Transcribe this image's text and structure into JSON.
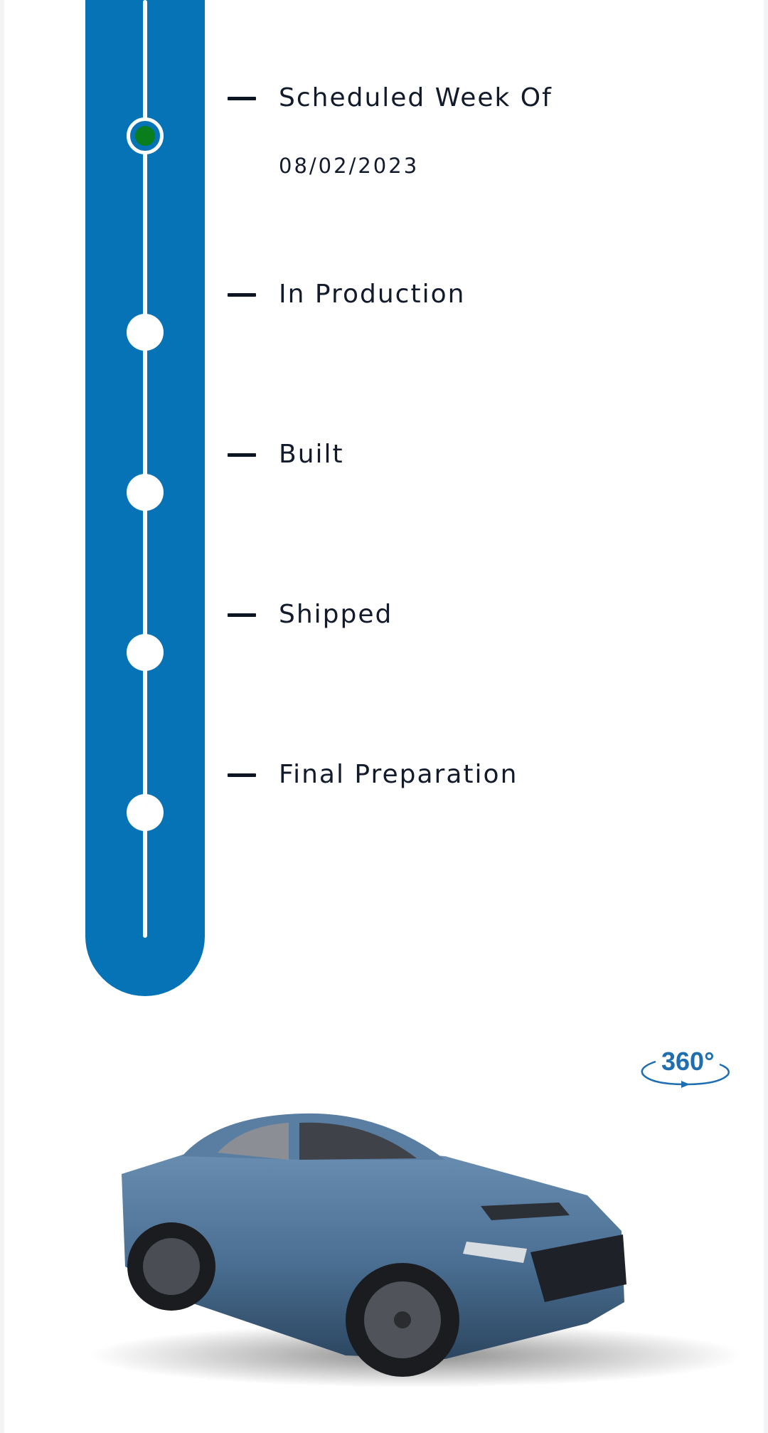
{
  "tracker": {
    "steps": [
      {
        "label": "Scheduled Week Of",
        "date": "08/02/2023",
        "status": "current"
      },
      {
        "label": "In Production",
        "status": "pending"
      },
      {
        "label": "Built",
        "status": "pending"
      },
      {
        "label": "Shipped",
        "status": "pending"
      },
      {
        "label": "Final Preparation",
        "status": "pending"
      }
    ]
  },
  "viewer": {
    "badge_label": "360°",
    "badge_icon": "rotate-360-icon"
  },
  "colors": {
    "track": "#0573b5",
    "active_dot": "#0a7d1d",
    "text": "#121a2b",
    "car_body": "#4a6f92"
  }
}
